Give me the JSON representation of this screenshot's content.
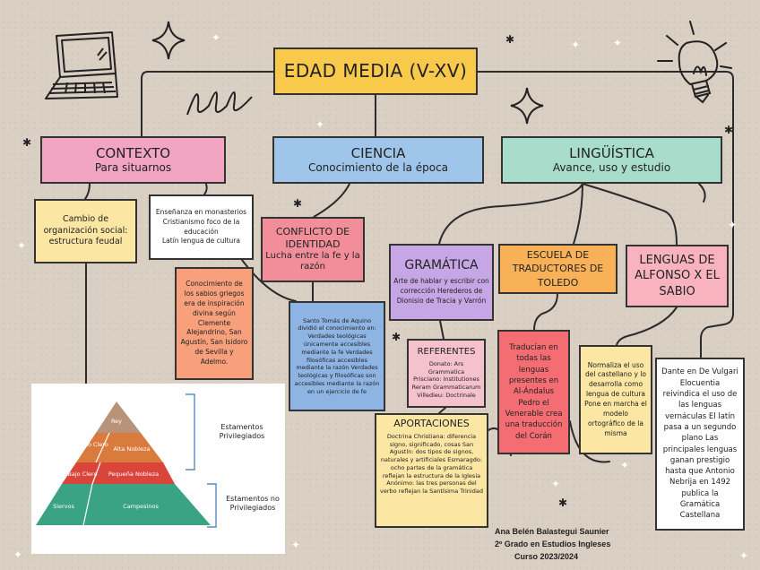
{
  "main_title": "EDAD MEDIA (V-XV)",
  "contexto": {
    "title": "CONTEXTO",
    "subtitle": "Para situarnos"
  },
  "ciencia": {
    "title": "CIENCIA",
    "subtitle": "Conocimiento de la época"
  },
  "linguistica": {
    "title": "LINGÜÍSTICA",
    "subtitle": "Avance, uso y estudio"
  },
  "cambio": {
    "text": "Cambio de organización social: estructura feudal"
  },
  "ensenanza": {
    "lines": [
      "Enseñanza en monasterios",
      "Cristianismo foco de la educación",
      "Latín lengua de cultura"
    ]
  },
  "conflicto": {
    "title": "CONFLICTO DE IDENTIDAD",
    "subtitle": "Lucha entre la fe y la razón"
  },
  "conocimiento": {
    "text": "Conocimiento de los sabios griegos era de inspiración divina según Clemente Alejandrino, San Agustín, San Isidoro de Sevilla y Adelmo."
  },
  "santo": {
    "text": "Santo Tomás de Aquino dividió el conocimiento en: Verdades teológicas únicamente accesibles mediante la fe Verdades filosóficas accesibles mediante la razón Verdades teológicas y filosóficas son accesibles mediante la razón en un ejercicio de fe"
  },
  "gramatica": {
    "title": "GRAMÁTICA",
    "text": "Arte de hablar y escribir con corrección Herederos de Dionisio de Tracia y Varrón"
  },
  "referentes": {
    "title": "REFERENTES",
    "lines": [
      "Donato: Ars Grammatica",
      "Prisciano: Institutiones",
      "Reram Grammaticarum",
      "Villedieu: Doctrinale"
    ]
  },
  "aportaciones": {
    "title": "APORTACIONES",
    "text": "Doctrina Christiana: diferencia signo, significado, cosas San Agustín: dos tipos de signos, naturales y artificiales Esmaragdo: ocho partes de la gramática reflejan la estructura de la Iglesia Anónimo: las tres personas del verbo reflejan la Santísima Trinidad"
  },
  "escuela": {
    "title": "ESCUELA DE TRADUCTORES DE TOLEDO"
  },
  "traducian": {
    "text": "Traducían en todas las lenguas presentes en Al-Ándalus Pedro el Venerable crea una traducción del Corán"
  },
  "alfonso": {
    "title": "LENGUAS DE ALFONSO X EL SABIO"
  },
  "normaliza": {
    "text": "Normaliza el uso del castellano y lo desarrolla como lengua de cultura Pone en marcha el modelo ortográfico de la misma"
  },
  "dante": {
    "text": "Dante en De Vulgari Elocuentia reivindica el uso de las lenguas vernáculas El latín pasa a un segundo plano Las principales lenguas ganan prestigio hasta que Antonio Nebrija en 1492 publica la Gramática Castellana"
  },
  "pyramid": {
    "levels": [
      "Rey",
      "Alto Clero",
      "Alta Nobleza",
      "Bajo Clero",
      "Pequeña Nobleza",
      "Siervos",
      "Campesinos"
    ],
    "groups": [
      "Estamentos Privilegiados",
      "Estamentos no Privilegiados"
    ],
    "colors": [
      "#b7937a",
      "#d97b3c",
      "#d9453a",
      "#3aa384"
    ]
  },
  "credits": [
    "Ana Belén Balastegui Saunier",
    "2º Grado en Estudios Ingleses",
    "Curso 2023/2024"
  ]
}
